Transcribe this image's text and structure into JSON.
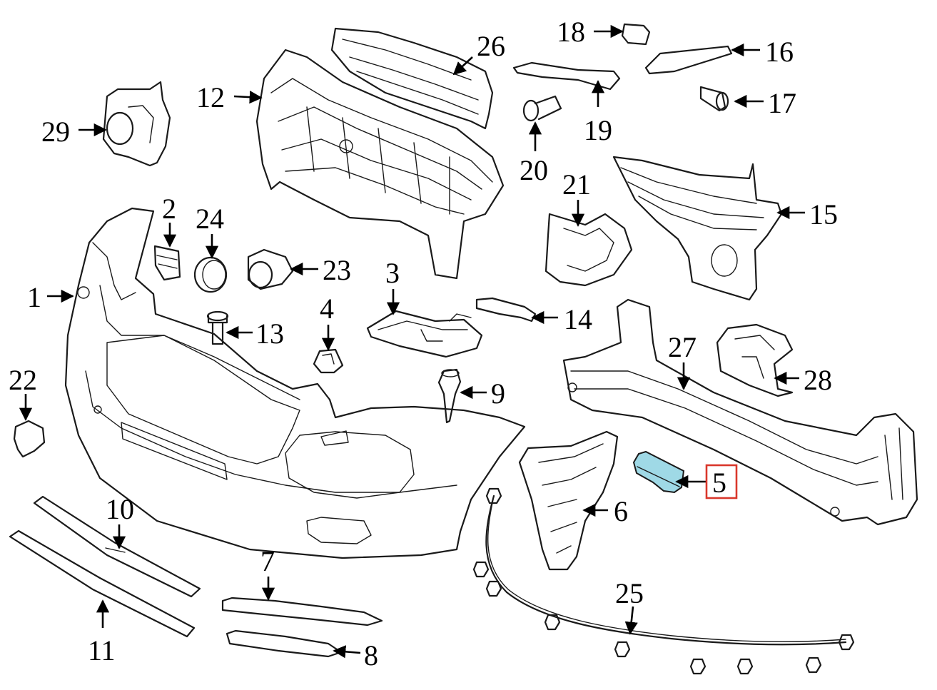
{
  "colors": {
    "line": "#1a1a1a",
    "highlight_fill": "#9fd9e6",
    "highlight_box": "#d9372b"
  },
  "callouts": {
    "c1": "1",
    "c2": "2",
    "c3": "3",
    "c4": "4",
    "c5": "5",
    "c6": "6",
    "c7": "7",
    "c8": "8",
    "c9": "9",
    "c10": "10",
    "c11": "11",
    "c12": "12",
    "c13": "13",
    "c14": "14",
    "c15": "15",
    "c16": "16",
    "c17": "17",
    "c18": "18",
    "c19": "19",
    "c20": "20",
    "c21": "21",
    "c22": "22",
    "c23": "23",
    "c24": "24",
    "c25": "25",
    "c26": "26",
    "c27": "27",
    "c28": "28",
    "c29": "29"
  },
  "highlighted_callout": "5"
}
